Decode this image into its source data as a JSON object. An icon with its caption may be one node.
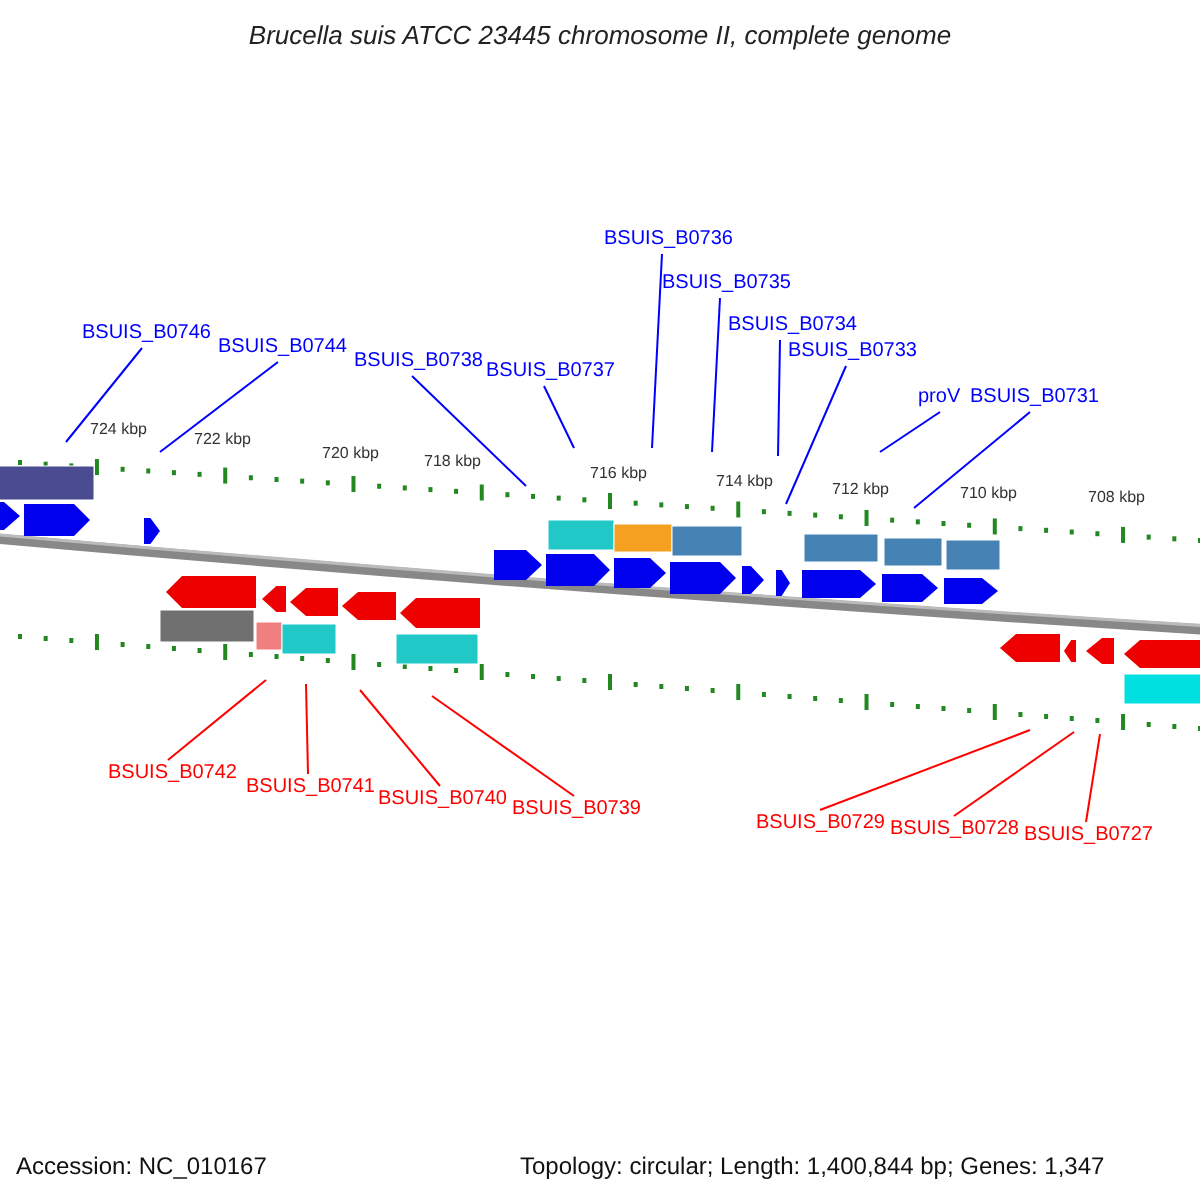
{
  "diagram": {
    "title": "Brucella suis ATCC 23445 chromosome II, complete genome",
    "nodes": [
      {
        "text": [
          "BSUIS_B0746"
        ]
      },
      {
        "text": [
          "BSUIS_B0744"
        ]
      },
      {
        "text": [
          "BSUIS_B0738"
        ]
      },
      {
        "text": [
          "BSUIS_B0737"
        ]
      },
      {
        "text": [
          "BSUIS_B0736"
        ]
      },
      {
        "text": [
          "BSUIS_B0735"
        ]
      },
      {
        "text": [
          "BSUIS_B0734"
        ]
      },
      {
        "text": [
          "BSUIS_B0733"
        ]
      },
      {
        "text": [
          "proV"
        ]
      },
      {
        "text": [
          "BSUIS_B0731"
        ]
      },
      {
        "text": [
          "BSUIS_B0742"
        ]
      },
      {
        "text": [
          "BSUIS_B0741"
        ]
      },
      {
        "text": [
          "BSUIS_B0740"
        ]
      },
      {
        "text": [
          "BSUIS_B0739"
        ]
      },
      {
        "text": [
          "BSUIS_B0729"
        ]
      },
      {
        "text": [
          "BSUIS_B0728"
        ]
      },
      {
        "text": [
          "BSUIS_B0727"
        ]
      }
    ],
    "edges": [
      {
        "from": 0,
        "to": null,
        "arrow": "none"
      },
      {
        "from": 1,
        "to": null,
        "arrow": "none"
      },
      {
        "from": 2,
        "to": null,
        "arrow": "none"
      },
      {
        "from": 3,
        "to": null,
        "arrow": "none"
      },
      {
        "from": 4,
        "to": null,
        "arrow": "none"
      },
      {
        "from": 5,
        "to": null,
        "arrow": "none"
      },
      {
        "from": 6,
        "to": null,
        "arrow": "none"
      },
      {
        "from": 7,
        "to": null,
        "arrow": "none"
      },
      {
        "from": 8,
        "to": null,
        "arrow": "none"
      },
      {
        "from": 9,
        "to": null,
        "arrow": "none"
      },
      {
        "from": 10,
        "to": null,
        "arrow": "none",
        "color": "#ff0000"
      },
      {
        "from": 11,
        "to": null,
        "arrow": "none",
        "color": "#ff0000"
      },
      {
        "from": 12,
        "to": null,
        "arrow": "none",
        "color": "#ff0000"
      },
      {
        "from": 13,
        "to": null,
        "arrow": "none",
        "color": "#ff0000"
      },
      {
        "from": 14,
        "to": null,
        "arrow": "none",
        "color": "#ff0000"
      },
      {
        "from": 15,
        "to": null,
        "arrow": "none",
        "color": "#ff0000"
      },
      {
        "from": 16,
        "to": null,
        "arrow": "none",
        "color": "#ff0000"
      }
    ],
    "labels": [
      "724 kbp",
      "722 kbp",
      "720 kbp",
      "718 kbp",
      "716 kbp",
      "714 kbp",
      "712 kbp",
      "710 kbp",
      "708 kbp",
      "Accession: NC_010167",
      "Topology: circular; Length: 1,400,844 bp; Genes: 1,347"
    ]
  }
}
